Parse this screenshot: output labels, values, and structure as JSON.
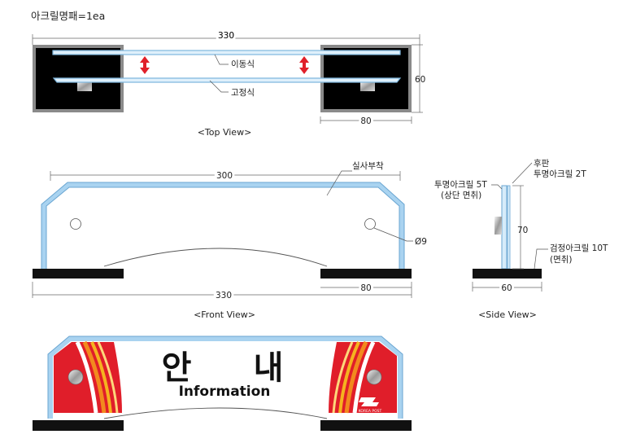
{
  "title": "아크릴명패=1ea",
  "top_view": {
    "dim_total": "330",
    "dim_depth": "60",
    "dim_block": "80",
    "label_movable": "이동식",
    "label_fixed": "고정식",
    "caption": "<Top View>"
  },
  "front_view": {
    "dim_top": "300",
    "dim_bottom": "330",
    "dim_block": "80",
    "label_print": "실사부착",
    "label_hole": "Ø9",
    "caption": "<Front View>"
  },
  "side_view": {
    "label_back_1": "후판",
    "label_back_2": "투명아크릴 2T",
    "label_front_1": "투명아크릴 5T",
    "label_front_2": "(상단 면취)",
    "label_base_1": "검정아크릴 10T",
    "label_base_2": "(면취)",
    "dim_height": "70",
    "dim_width": "60",
    "caption": "<Side View>"
  },
  "preview": {
    "sign_korean_1": "안",
    "sign_korean_2": "내",
    "sign_english": "Information",
    "logo_text": "KOREA POST"
  },
  "colors": {
    "acrylic_edge": "#7fb7de",
    "base": "#111111",
    "arrow": "#e0202a",
    "brand_red": "#e01e2a",
    "brand_orange": "#f28a1e"
  }
}
